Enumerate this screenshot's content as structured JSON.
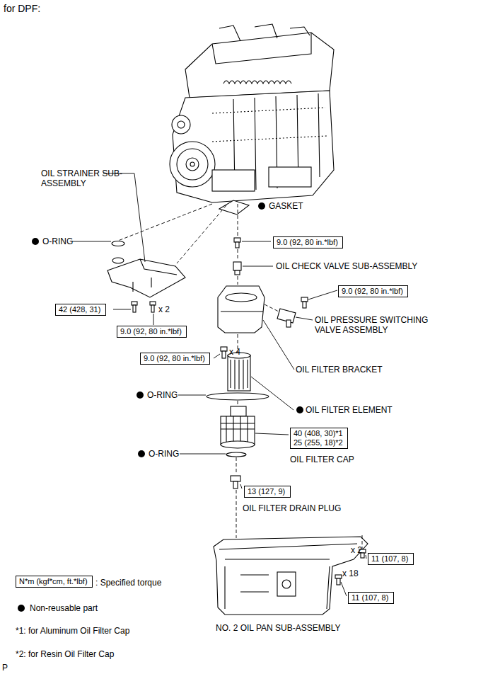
{
  "diagram": {
    "title": "for DPF:",
    "nodes": [
      {
        "text": [
          "9.0 (92, 80 in.*lbf)"
        ]
      },
      {
        "text": [
          "9.0 (92, 80 in.*lbf)"
        ]
      },
      {
        "text": [
          "42 (428, 31)"
        ]
      },
      {
        "text": [
          "9.0 (92, 80 in.*lbf)"
        ]
      },
      {
        "text": [
          "9.0 (92, 80 in.*lbf)"
        ]
      },
      {
        "text": [
          "40 (408, 30)*1",
          "25 (255, 18)*2"
        ]
      },
      {
        "text": [
          "13 (127, 9)"
        ]
      },
      {
        "text": [
          "11 (107, 8)"
        ]
      },
      {
        "text": [
          "11 (107, 8)"
        ]
      },
      {
        "text": [
          "N*m (kgf*cm, ft.*lbf)"
        ]
      }
    ],
    "labels": [
      "OIL STRAINER SUB-ASSEMBLY",
      "GASKET",
      "O-RING",
      "OIL CHECK VALVE SUB-ASSEMBLY",
      "OIL PRESSURE SWITCHING VALVE ASSEMBLY",
      "x 2",
      "x 4",
      "OIL FILTER BRACKET",
      "O-RING",
      "OIL FILTER ELEMENT",
      "OIL FILTER CAP",
      "O-RING",
      "OIL FILTER DRAIN PLUG",
      "x 2",
      "x 18",
      "NO. 2 OIL PAN SUB-ASSEMBLY",
      "*1: for Aluminum Oil Filter Cap",
      "*2: for Resin Oil Filter Cap",
      "P"
    ],
    "legend": [
      {
        "text": ": Specified torque"
      },
      {
        "text": "Non-reusable part"
      }
    ]
  }
}
